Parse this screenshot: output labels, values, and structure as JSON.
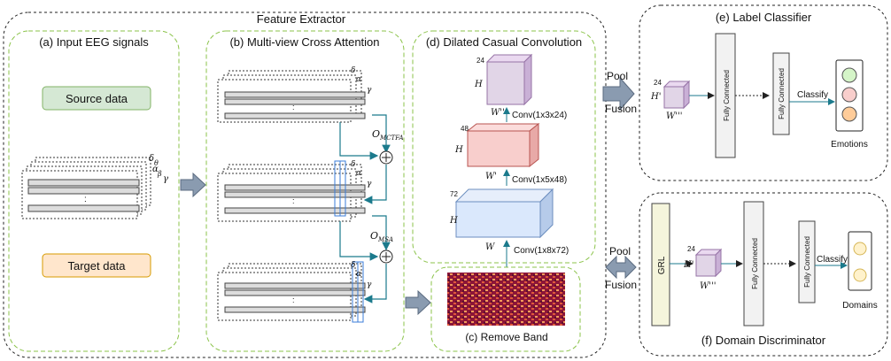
{
  "feature_extractor": {
    "title": "Feature Extractor",
    "panel_a": {
      "title": "(a) Input EEG signals",
      "source_label": "Source data",
      "target_label": "Target data"
    },
    "panel_b": {
      "title": "(b) Multi-view Cross Attention",
      "o_mctfa": "O",
      "o_mctfa_sub": "MCTFA",
      "o_msa": "O",
      "o_msa_sub": "MSA"
    },
    "panel_c": {
      "title": "(c) Remove Band"
    },
    "panel_d": {
      "title": "(d) Dilated Casual Convolution",
      "blocks": [
        {
          "depth": "24",
          "h": "H",
          "w": "W''",
          "conv": "Conv(1x3x24)"
        },
        {
          "depth": "48",
          "h": "H",
          "w": "W'",
          "conv": "Conv(1x5x48)"
        },
        {
          "depth": "72",
          "h": "H",
          "w": "W",
          "conv": "Conv(1x8x72)"
        }
      ]
    },
    "band_labels": {
      "delta": "δ",
      "theta": "θ",
      "alpha": "α",
      "beta": "β",
      "gamma": "γ"
    },
    "dots": ":"
  },
  "pool_fusion": {
    "pool": "Pool",
    "fusion": "Fusion"
  },
  "label_classifier": {
    "title": "(e) Label Classifier",
    "cube_depth": "24",
    "cube_h": "H'",
    "cube_w": "W'''",
    "fc1": "Fully Connected",
    "fc2": "Fully Connected",
    "classify": "Classify",
    "output": "Emotions"
  },
  "domain_discriminator": {
    "title": "(f) Domain Discriminator",
    "grl": "GRL",
    "cube_depth": "24",
    "cube_h": "H'",
    "cube_w": "W'''",
    "fc1": "Fully Connected",
    "fc2": "Fully Connected",
    "classify": "Classify",
    "output": "Domains"
  },
  "colors": {
    "panel_border": "#8bc34a",
    "source_fill": "#d5e8d4",
    "source_stroke": "#82b366",
    "target_fill": "#ffe6cc",
    "target_stroke": "#d79b00",
    "cube_purple": "#e1d5e7",
    "cube_red": "#f8cecc",
    "cube_blue": "#dae8fc",
    "arrow_teal": "#1b7a8c",
    "emotion_green": "#d5f5c8",
    "emotion_red": "#f8cecc",
    "emotion_orange": "#ffcc99",
    "domain_yellow": "#fff2cc",
    "grl_fill": "#f5f5dc"
  },
  "icons": [
    "plus-circle-icon",
    "block-arrow-icon",
    "double-arrow-icon"
  ]
}
